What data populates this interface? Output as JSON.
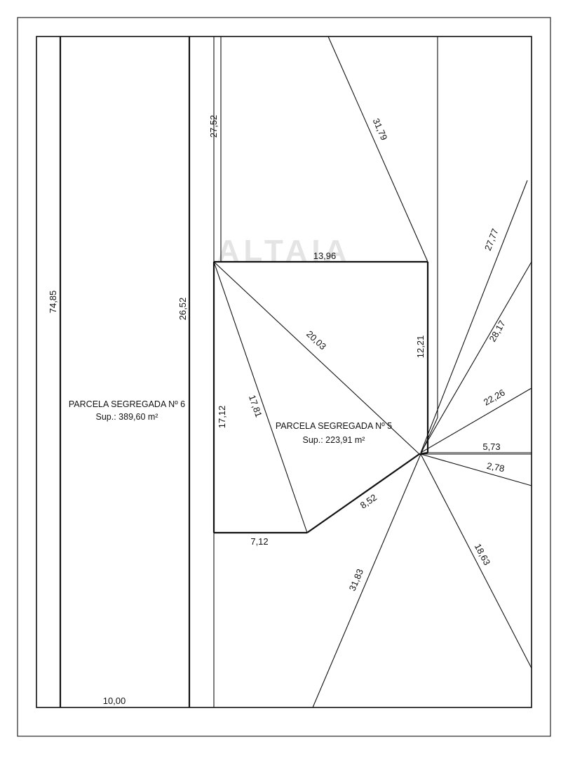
{
  "watermark": "ALTAIA",
  "parcels": {
    "parcel_6": {
      "name": "PARCELA SEGREGADA Nº 6",
      "area": "Sup.: 389,60  m²"
    },
    "parcel_5": {
      "name": "PARCELA SEGREGADA Nº 5",
      "area": "Sup.: 223,91  m²"
    }
  },
  "dimensions": {
    "d_74_85": "74,85",
    "d_26_52": "26,52",
    "d_10_00": "10,00",
    "d_27_52": "27,52",
    "d_31_79": "31,79",
    "d_13_96": "13,96",
    "d_20_03": "20,03",
    "d_17_81": "17,81",
    "d_17_12": "17,12",
    "d_12_21": "12,21",
    "d_7_12": "7,12",
    "d_8_52": "8,52",
    "d_31_83": "31,83",
    "d_18_63": "18,63",
    "d_27_77": "27,77",
    "d_28_17": "28,17",
    "d_22_26": "22,26",
    "d_5_73": "5,73",
    "d_2_78": "2,78"
  }
}
